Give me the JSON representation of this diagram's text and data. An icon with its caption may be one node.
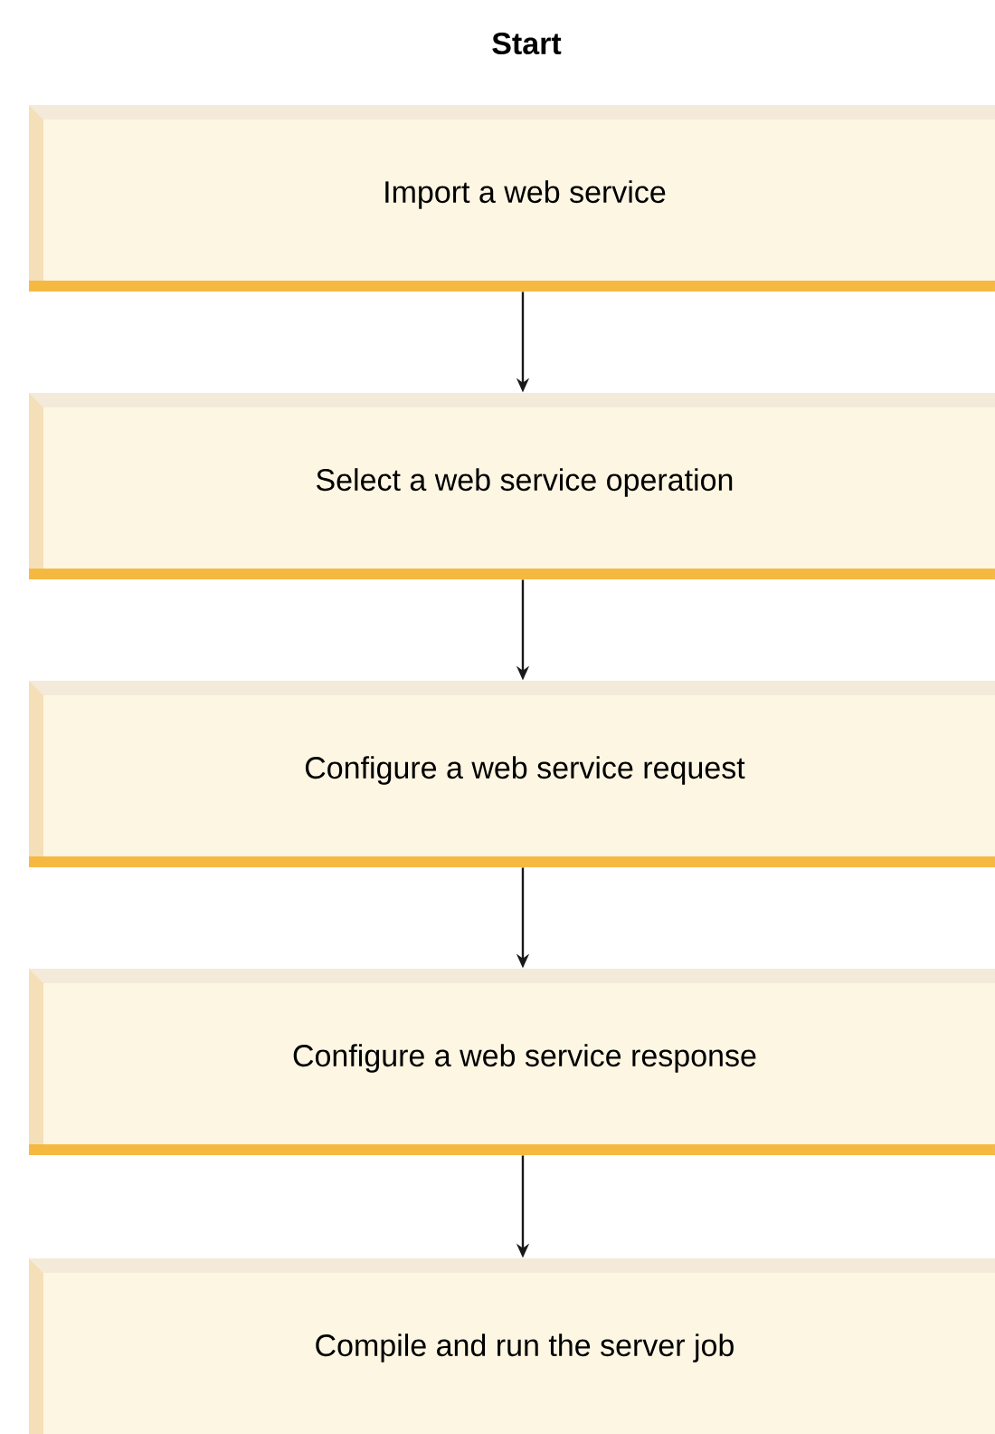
{
  "diagram": {
    "title": "Start",
    "nodes": [
      {
        "text": [
          "Import a web service"
        ]
      },
      {
        "text": [
          "Select a web service operation"
        ]
      },
      {
        "text": [
          "Configure a web service request"
        ]
      },
      {
        "text": [
          "Configure a web service response"
        ]
      },
      {
        "text": [
          "Compile and run the server job"
        ]
      }
    ],
    "edges": [
      {
        "from": 0,
        "to": 1,
        "arrow": "to"
      },
      {
        "from": 1,
        "to": 2,
        "arrow": "to"
      },
      {
        "from": 2,
        "to": 3,
        "arrow": "to"
      },
      {
        "from": 3,
        "to": 4,
        "arrow": "to"
      }
    ]
  }
}
